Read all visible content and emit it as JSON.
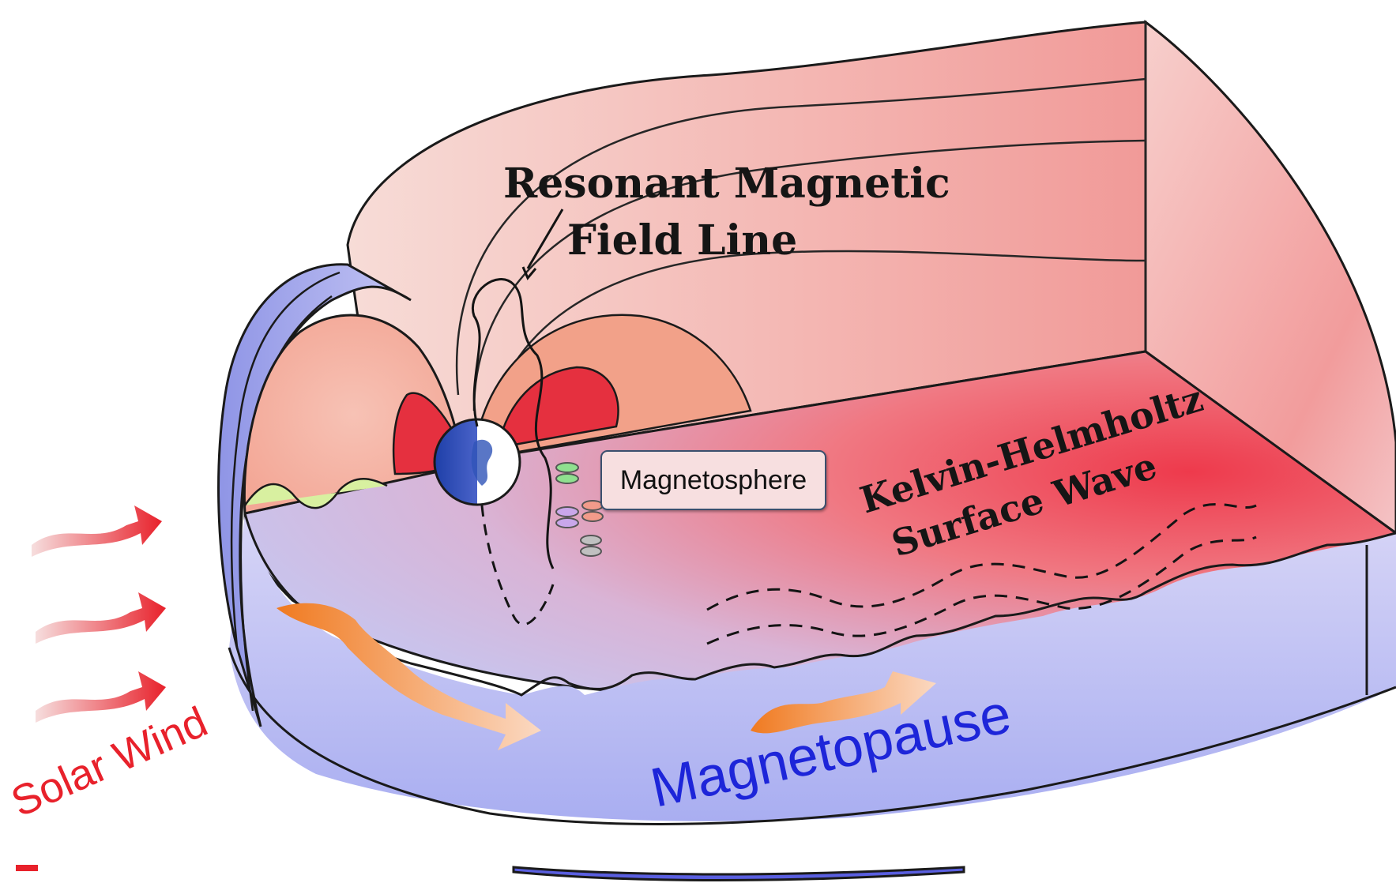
{
  "labels": {
    "resonant_line1": "Resonant Magnetic",
    "resonant_line2": "Field Line",
    "kh_line1": "Kelvin-Helmholtz",
    "kh_line2": "Surface Wave",
    "magnetosphere": "Magnetosphere",
    "magnetopause": "Magnetopause",
    "solar_wind": "Solar Wind"
  },
  "colors": {
    "solar_wind": "#e8212b",
    "magnetopause_text": "#1d25d9",
    "magnetopause_surface": "#c9ccf6",
    "inner_wall": "#f3b7b2",
    "radiation_belt": "#e52f3c",
    "flow_arrow": "#f28a3a"
  }
}
